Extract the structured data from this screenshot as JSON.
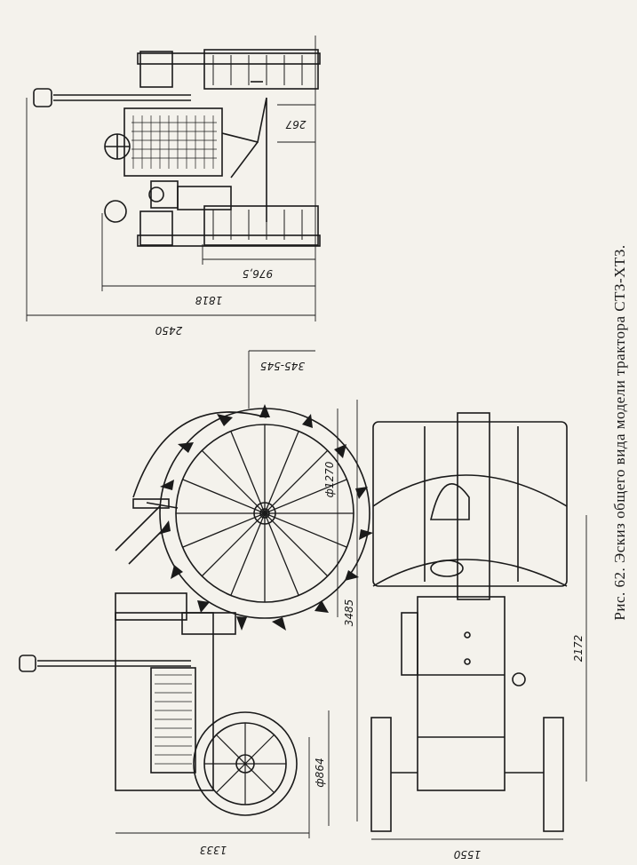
{
  "figure": {
    "caption": "Рис. 62. Эскиз общего вида модели трактора СТЗ-ХТЗ."
  },
  "dimensions": {
    "top_view": {
      "overall_length": "2450",
      "track_width": "1818",
      "wheel_base_half": "976,5",
      "offset": "267"
    },
    "side_view": {
      "drawbar_height": "345-545",
      "rear_wheel_diameter": "ф1270",
      "front_wheel_diameter": "ф864",
      "overall_length": "3485",
      "height": "1333"
    },
    "front_view": {
      "width": "1550",
      "height": "2172"
    }
  }
}
